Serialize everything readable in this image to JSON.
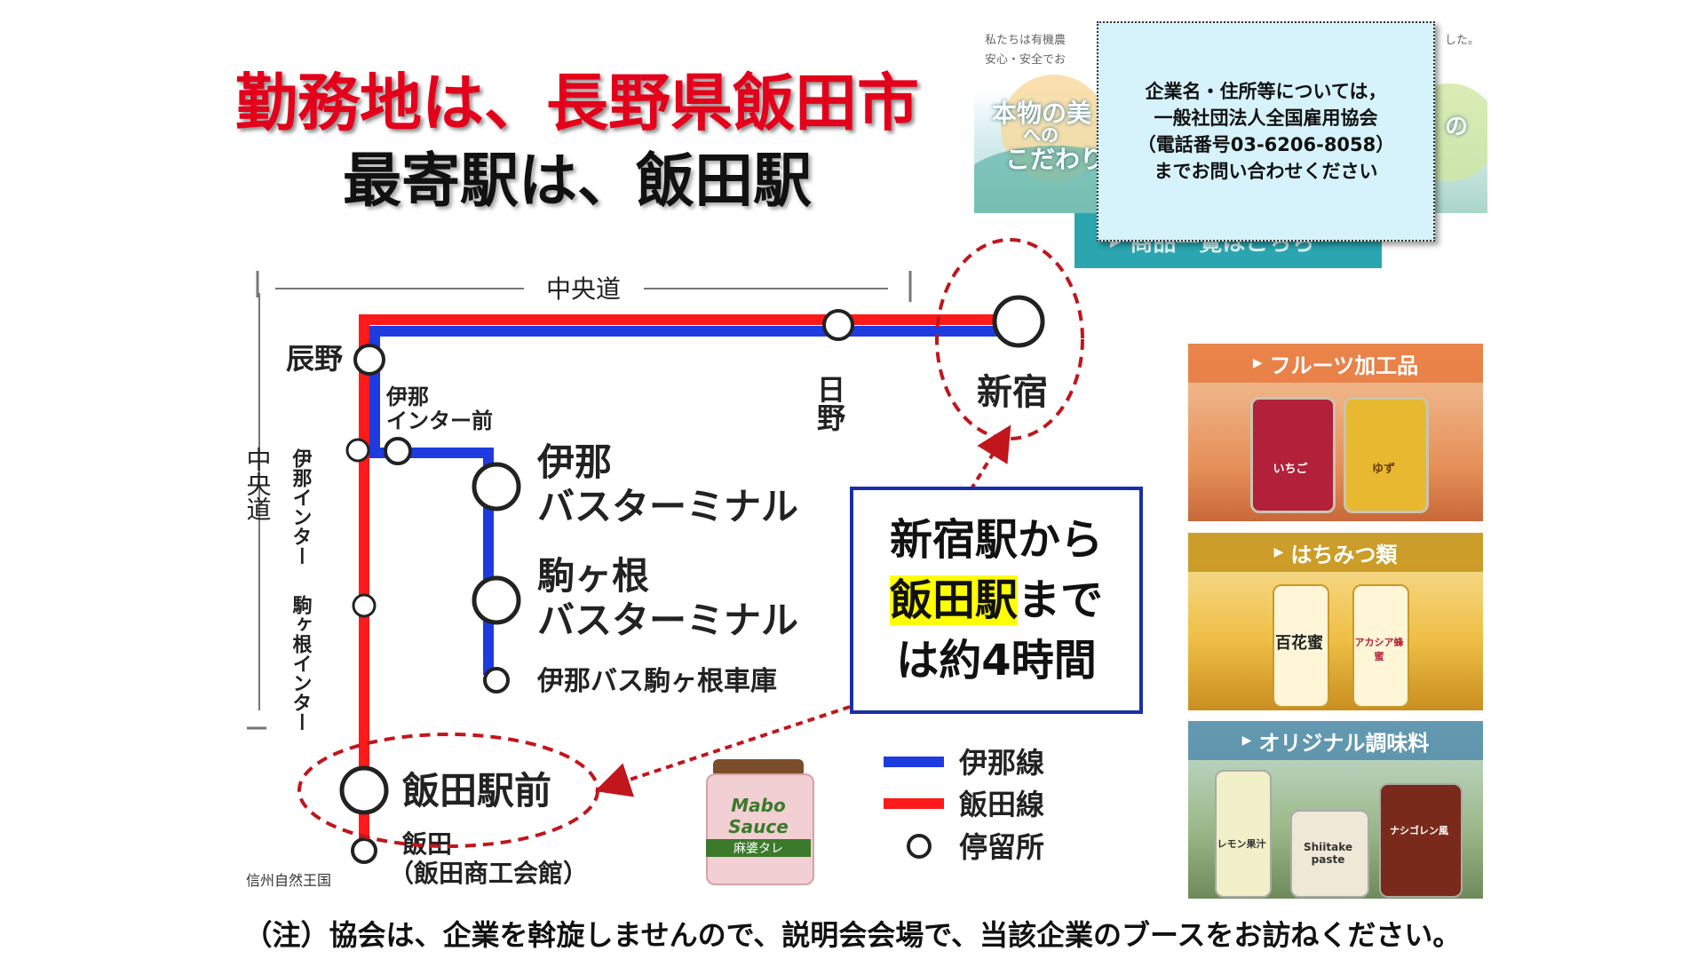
{
  "heading": {
    "line1": "勤務地は、長野県飯田市",
    "line2": "最寄駅は、飯田駅"
  },
  "notice": {
    "line1": "企業名・住所等については，",
    "line2": "一般社団法人全国雇用協会",
    "line3": "（電話番号03-6206-8058）",
    "line4": "までお問い合わせください"
  },
  "banner": {
    "text_top": "私たちは有機農",
    "text_top_right": "した。",
    "text_second": "安心・安全でお",
    "visible_left_1": "本物の美",
    "visible_left_2": "への",
    "visible_left_3": "こだわり",
    "visible_right": "の",
    "button": "商品一覧はこちら"
  },
  "map": {
    "highway_top": "中央道",
    "highway_side": "中央道",
    "stations": {
      "tatsuno": "辰野",
      "hino": "日野",
      "shinjuku": "新宿",
      "ina_ic_mae": [
        "伊那",
        "インター前"
      ],
      "ina_bus_terminal": [
        "伊那",
        "バスターミナル"
      ],
      "komagane_bus_terminal": [
        "駒ヶ根",
        "バスターミナル"
      ],
      "komagane_depot": "伊那バス駒ヶ根車庫",
      "iida_ekimae": "飯田駅前",
      "iida": [
        "飯田",
        "（飯田商工会館）"
      ],
      "ina_ic": "伊那インター",
      "komagane_ic": "駒ヶ根インター"
    },
    "legend": {
      "blue": "伊那線",
      "red": "飯田線",
      "stop": "停留所"
    },
    "colors": {
      "ina_line": "#1e3be0",
      "iida_line": "#ff1a1a",
      "highlight": "#c0161c"
    }
  },
  "callout": {
    "line1": "新宿駅から",
    "line2_highlight": "飯田駅",
    "line2_rest": "まで",
    "line3": "は約4時間"
  },
  "photos": {
    "fruits": "フルーツ加工品",
    "honey": "はちみつ類",
    "seasoning": "オリジナル調味料",
    "jar_ichigo": "いちご",
    "jar_yuzu": "ゆず",
    "honey_hyakka": "百花蜜",
    "honey_acacia": "アカシア蜂蜜",
    "seasoning_lemon": "レモン果汁",
    "seasoning_shiitake": "Shiitake paste",
    "seasoning_nasu": "ナシゴレン風",
    "mabo_top": "Mabo Sauce",
    "mabo_sub": "麻婆タレ"
  },
  "credit": "信州自然王国",
  "footnote": "（注）協会は、企業を斡旋しませんので、説明会会場で、当該企業のブースをお訪ねください。"
}
